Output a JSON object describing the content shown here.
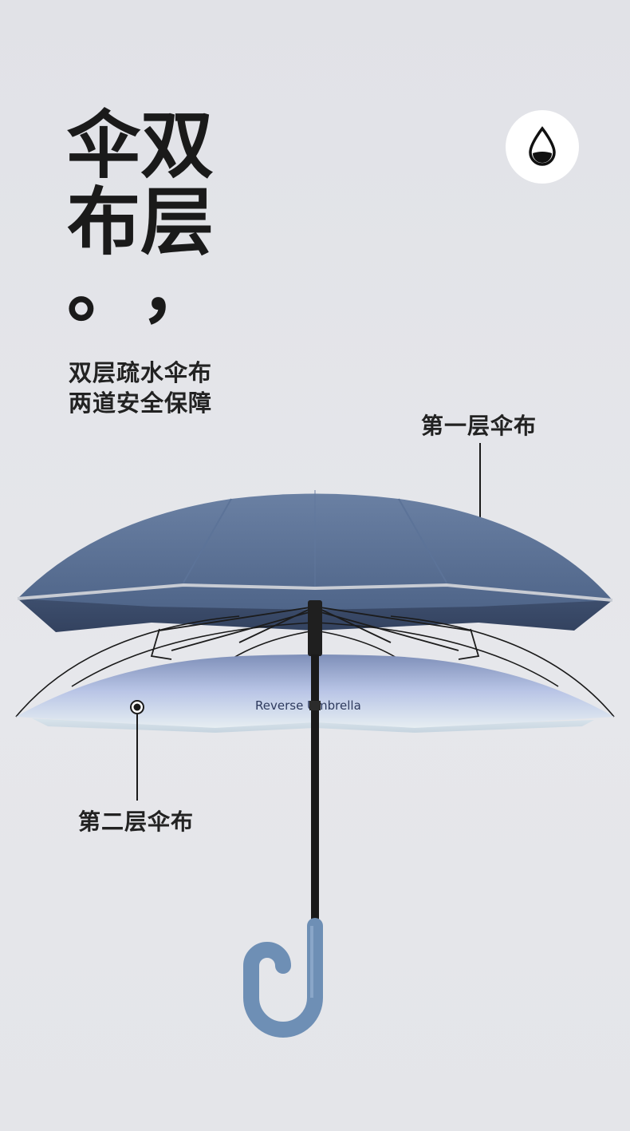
{
  "title": {
    "column_right": [
      "双",
      "层"
    ],
    "column_right_punct": "，",
    "column_left": [
      "伞",
      "布"
    ],
    "column_left_punct": "。"
  },
  "subtitle": {
    "line1": "双层疏水伞布",
    "line2": "两道安全保障"
  },
  "callouts": {
    "layer1": "第一层伞布",
    "layer2": "第二层伞布"
  },
  "product": {
    "brand_text": "Reverse Umbrella"
  },
  "icons": {
    "badge": "water-drop-icon"
  },
  "colors": {
    "background": "#e3e4e8",
    "canopy_outer": "#556d91",
    "canopy_inner": "#c9d4ee",
    "handle": "#6e8fb5",
    "text": "#1a1a1a"
  }
}
